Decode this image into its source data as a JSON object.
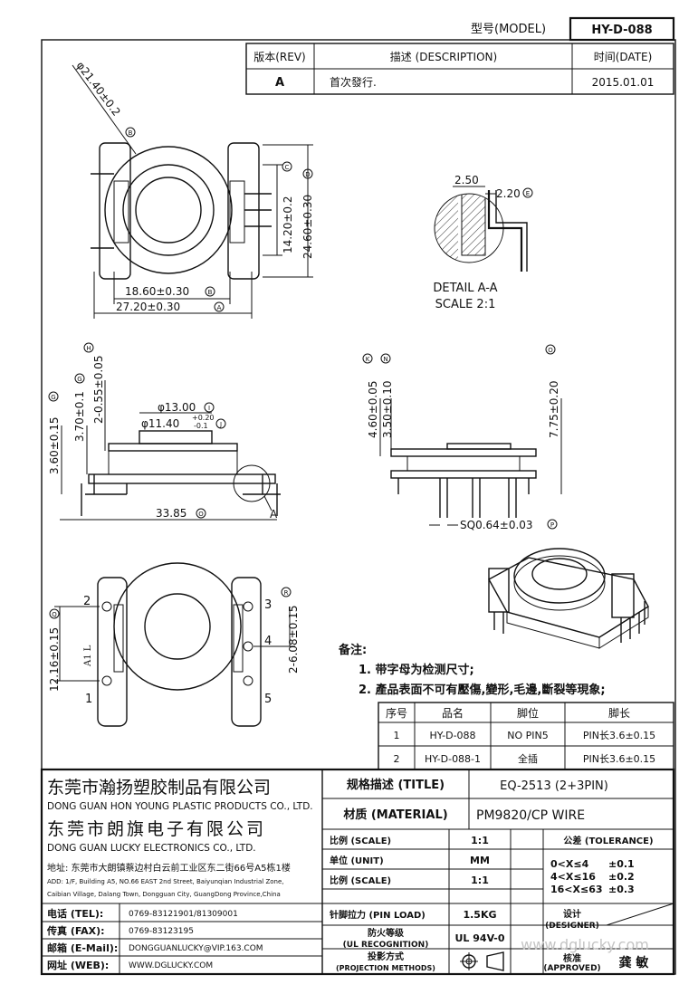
{
  "header": {
    "model_label": "型号(MODEL)",
    "model_value": "HY-D-088",
    "rev_label": "版本(REV)",
    "desc_label": "描述 (DESCRIPTION)",
    "date_label": "时间(DATE)",
    "rev_value": "A",
    "desc_value": "首次發行.",
    "date_value": "2015.01.01"
  },
  "top_view": {
    "dim_diameter": "φ21.40±0.2",
    "dim_diameter_mark": "B",
    "dim_1420": "14.20±0.2",
    "dim_1420_mark": "C",
    "dim_2460": "24.60±0.30",
    "dim_2460_mark": "D",
    "dim_1860": "18.60±0.30",
    "dim_1860_mark": "B",
    "dim_2720": "27.20±0.30",
    "dim_2720_mark": "A"
  },
  "detail": {
    "dim_250": "2.50",
    "dim_220": "2.20",
    "dim_220_mark": "E",
    "title": "DETAIL A-A",
    "scale": "SCALE 2:1"
  },
  "side_view": {
    "dim_360": "3.60±0.15",
    "dim_360_mark": "G",
    "dim_370": "3.70±0.1",
    "dim_370_mark": "G",
    "dim_255": "2-0.55±0.05",
    "dim_255_mark": "H",
    "dim_13": "φ13.00",
    "dim_13_mark": "I",
    "dim_1140": "φ11.40",
    "dim_1140_tol_up": "+0.20",
    "dim_1140_tol_dn": "-0.1",
    "dim_1140_mark": "J",
    "dim_3385": "33.85",
    "dim_3385_mark": "O",
    "detail_ref": "A"
  },
  "front_view": {
    "dim_460": "4.60±0.05",
    "dim_460_mark": "K",
    "dim_350": "3.50±0.10",
    "dim_350_mark": "N",
    "dim_775": "7.75±0.20",
    "dim_775_mark": "O",
    "dim_sq": "SQ0.64±0.03",
    "dim_sq_mark": "P"
  },
  "bottom_view": {
    "pins": [
      "1",
      "2",
      "3",
      "4",
      "5"
    ],
    "marking": "A1 L",
    "dim_1216": "12.16±0.15",
    "dim_1216_mark": "Q",
    "dim_608": "2-6.08±0.15",
    "dim_608_mark": "R"
  },
  "notes": {
    "heading": "备注:",
    "line1": "1. 带字母为检测尺寸;",
    "line2": "2. 產品表面不可有壓傷,變形,毛邊,斷裂等現象;"
  },
  "pin_table": {
    "headers": [
      "序号",
      "品名",
      "脚位",
      "脚长"
    ],
    "rows": [
      [
        "1",
        "HY-D-088",
        "NO PIN5",
        "PIN长3.6±0.15"
      ],
      [
        "2",
        "HY-D-088-1",
        "全插",
        "PIN长3.6±0.15"
      ]
    ]
  },
  "company": {
    "name1_cn": "东莞市瀚扬塑胶制品有限公司",
    "name1_en": "DONG GUAN HON YOUNG PLASTIC PRODUCTS CO., LTD.",
    "name2_cn": "东莞市朗旗电子有限公司",
    "name2_en": "DONG GUAN LUCKY ELECTRONICS CO., LTD.",
    "addr_cn": "地址: 东莞市大朗镇蔡边村白云前工业区东二街66号A5栋1楼",
    "addr_en1": "ADD: 1/F, Building A5, NO.66 EAST 2nd Street, Baiyunqian Industrial Zone,",
    "addr_en2": "Caibian Village, Dalang Town, Dongguan City, GuangDong Province,China",
    "tel_label": "电话 (TEL):",
    "tel_value": "0769-83121901/81309001",
    "fax_label": "传真 (FAX):",
    "fax_value": "0769-83123195",
    "mail_label": "邮箱 (E-Mail):",
    "mail_value": "DONGGUANLUCKY@VIP.163.COM",
    "web_label": "网址 (WEB):",
    "web_value": "WWW.DGLUCKY.COM"
  },
  "spec": {
    "title_label": "规格描述 (TITLE)",
    "title_value": "EQ-2513 (2+3PIN)",
    "material_label": "材质 (MATERIAL)",
    "material_value": "PM9820/CP WIRE",
    "scale_label": "比例 (SCALE)",
    "scale_value": "1:1",
    "tolerance_label": "公差 (TOLERANCE)",
    "unit_label": "单位 (UNIT)",
    "unit_value": "MM",
    "scale2_label": "比例 (SCALE)",
    "scale2_value": "1:1",
    "tol1": "0<X≤4",
    "tol1_v": "±0.1",
    "tol2": "4<X≤16",
    "tol2_v": "±0.2",
    "tol3": "16<X≤63",
    "tol3_v": "±0.3",
    "pin_load_label": "针脚拉力 (PIN LOAD)",
    "pin_load_value": "1.5KG",
    "ul_label1": "防火等级",
    "ul_label2": "(UL RECOGNITION)",
    "ul_value": "UL 94V-0",
    "proj_label1": "投影方式",
    "proj_label2": "(PROJECTION METHODS)",
    "designer_label1": "设计",
    "designer_label2": "(DESIGNER)",
    "approved_label1": "核准",
    "approved_label2": "(APPROVED)",
    "approver_name": "龚 敏"
  },
  "watermark": "www.dglucky.com"
}
